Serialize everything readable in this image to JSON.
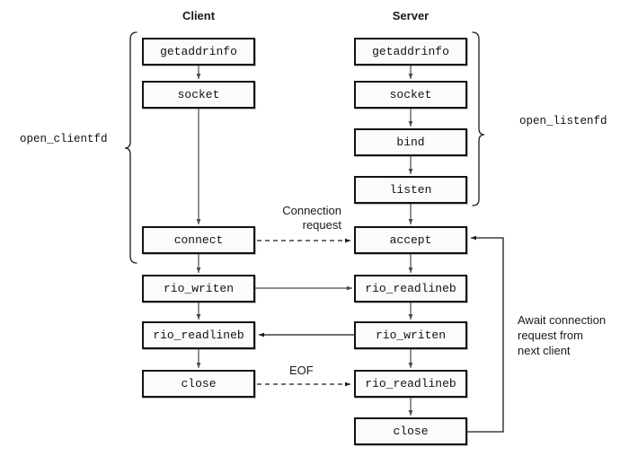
{
  "figure": {
    "title_client": "Client",
    "title_server": "Server"
  },
  "columns": {
    "client": {
      "header": "Client",
      "nodes": [
        {
          "label": "getaddrinfo"
        },
        {
          "label": "socket"
        },
        {
          "label": "connect"
        },
        {
          "label": "rio_writen"
        },
        {
          "label": "rio_readlineb"
        },
        {
          "label": "close"
        }
      ]
    },
    "server": {
      "header": "Server",
      "nodes": [
        {
          "label": "getaddrinfo"
        },
        {
          "label": "socket"
        },
        {
          "label": "bind"
        },
        {
          "label": "listen"
        },
        {
          "label": "accept"
        },
        {
          "label": "rio_readlineb"
        },
        {
          "label": "rio_writen"
        },
        {
          "label": "rio_readlineb"
        },
        {
          "label": "close"
        }
      ]
    }
  },
  "braces": {
    "client_brace_label": "open_clientfd",
    "server_brace_label": "open_listenfd"
  },
  "annotations": {
    "connection_request_line1": "Connection",
    "connection_request_line2": "request",
    "eof": "EOF",
    "await_line1": "Await connection",
    "await_line2": "request from",
    "await_line3": "next client"
  },
  "colors": {
    "box_border": "#111111",
    "box_fill": "#fbfbf9",
    "text": "#111111",
    "arrow": "#4a4a4a",
    "dashed_arrow": "#222222",
    "background": "#ffffff"
  }
}
